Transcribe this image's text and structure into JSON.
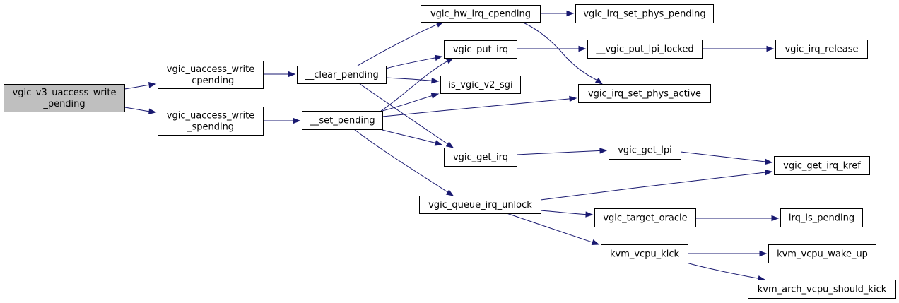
{
  "diagram": {
    "type": "call-graph",
    "colors": {
      "edge": "#191970",
      "root_fill": "#bfbfbf",
      "node_fill": "#ffffff",
      "node_border": "#000000"
    },
    "nodes": [
      {
        "id": "vgic_v3_uaccess_write_pending",
        "lines": [
          "vgic_v3_uaccess_write",
          "_pending"
        ],
        "root": true
      },
      {
        "id": "vgic_uaccess_write_cpending",
        "lines": [
          "vgic_uaccess_write",
          "_cpending"
        ]
      },
      {
        "id": "vgic_uaccess_write_spending",
        "lines": [
          "vgic_uaccess_write",
          "_spending"
        ]
      },
      {
        "id": "__clear_pending",
        "lines": [
          "__clear_pending"
        ]
      },
      {
        "id": "__set_pending",
        "lines": [
          "__set_pending"
        ]
      },
      {
        "id": "vgic_hw_irq_cpending",
        "lines": [
          "vgic_hw_irq_cpending"
        ]
      },
      {
        "id": "vgic_put_irq",
        "lines": [
          "vgic_put_irq"
        ]
      },
      {
        "id": "is_vgic_v2_sgi",
        "lines": [
          "is_vgic_v2_sgi"
        ]
      },
      {
        "id": "vgic_get_irq",
        "lines": [
          "vgic_get_irq"
        ]
      },
      {
        "id": "vgic_queue_irq_unlock",
        "lines": [
          "vgic_queue_irq_unlock"
        ]
      },
      {
        "id": "vgic_irq_set_phys_pending",
        "lines": [
          "vgic_irq_set_phys_pending"
        ]
      },
      {
        "id": "__vgic_put_lpi_locked",
        "lines": [
          "__vgic_put_lpi_locked"
        ]
      },
      {
        "id": "vgic_irq_set_phys_active",
        "lines": [
          "vgic_irq_set_phys_active"
        ]
      },
      {
        "id": "vgic_get_lpi",
        "lines": [
          "vgic_get_lpi"
        ]
      },
      {
        "id": "vgic_target_oracle",
        "lines": [
          "vgic_target_oracle"
        ]
      },
      {
        "id": "kvm_vcpu_kick",
        "lines": [
          "kvm_vcpu_kick"
        ]
      },
      {
        "id": "vgic_irq_release",
        "lines": [
          "vgic_irq_release"
        ]
      },
      {
        "id": "vgic_get_irq_kref",
        "lines": [
          "vgic_get_irq_kref"
        ]
      },
      {
        "id": "irq_is_pending",
        "lines": [
          "irq_is_pending"
        ]
      },
      {
        "id": "kvm_vcpu_wake_up",
        "lines": [
          "kvm_vcpu_wake_up"
        ]
      },
      {
        "id": "kvm_arch_vcpu_should_kick",
        "lines": [
          "kvm_arch_vcpu_should_kick"
        ]
      }
    ],
    "edges": [
      {
        "from": "vgic_v3_uaccess_write_pending",
        "to": "vgic_uaccess_write_cpending"
      },
      {
        "from": "vgic_v3_uaccess_write_pending",
        "to": "vgic_uaccess_write_spending"
      },
      {
        "from": "vgic_uaccess_write_cpending",
        "to": "__clear_pending"
      },
      {
        "from": "vgic_uaccess_write_spending",
        "to": "__set_pending"
      },
      {
        "from": "__clear_pending",
        "to": "vgic_hw_irq_cpending"
      },
      {
        "from": "__clear_pending",
        "to": "vgic_put_irq"
      },
      {
        "from": "__clear_pending",
        "to": "is_vgic_v2_sgi"
      },
      {
        "from": "__clear_pending",
        "to": "vgic_get_irq"
      },
      {
        "from": "__set_pending",
        "to": "vgic_put_irq"
      },
      {
        "from": "__set_pending",
        "to": "is_vgic_v2_sgi"
      },
      {
        "from": "__set_pending",
        "to": "vgic_irq_set_phys_active"
      },
      {
        "from": "__set_pending",
        "to": "vgic_get_irq"
      },
      {
        "from": "__set_pending",
        "to": "vgic_queue_irq_unlock"
      },
      {
        "from": "vgic_hw_irq_cpending",
        "to": "vgic_irq_set_phys_pending"
      },
      {
        "from": "vgic_hw_irq_cpending",
        "to": "vgic_irq_set_phys_active"
      },
      {
        "from": "vgic_put_irq",
        "to": "__vgic_put_lpi_locked"
      },
      {
        "from": "__vgic_put_lpi_locked",
        "to": "vgic_irq_release"
      },
      {
        "from": "vgic_get_irq",
        "to": "vgic_get_lpi"
      },
      {
        "from": "vgic_get_lpi",
        "to": "vgic_get_irq_kref"
      },
      {
        "from": "vgic_queue_irq_unlock",
        "to": "vgic_get_irq_kref"
      },
      {
        "from": "vgic_queue_irq_unlock",
        "to": "vgic_target_oracle"
      },
      {
        "from": "vgic_queue_irq_unlock",
        "to": "kvm_vcpu_kick"
      },
      {
        "from": "vgic_target_oracle",
        "to": "irq_is_pending"
      },
      {
        "from": "kvm_vcpu_kick",
        "to": "kvm_vcpu_wake_up"
      },
      {
        "from": "kvm_vcpu_kick",
        "to": "kvm_arch_vcpu_should_kick"
      }
    ]
  }
}
